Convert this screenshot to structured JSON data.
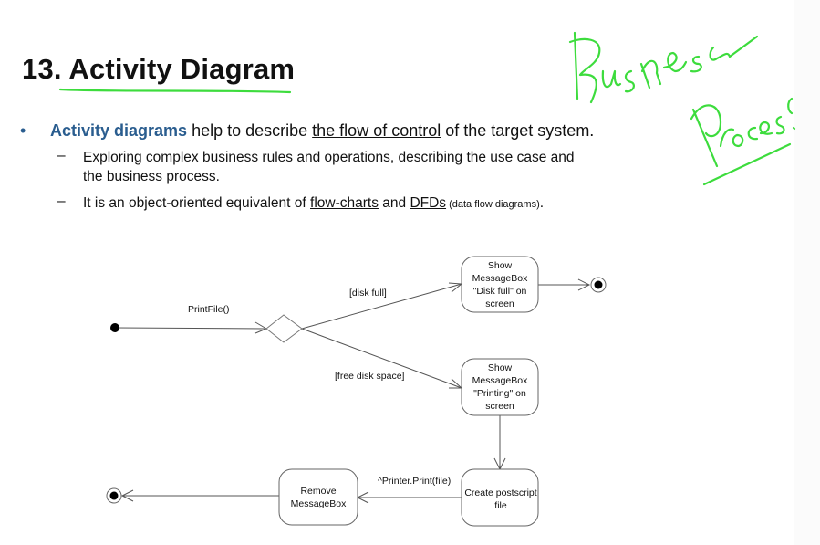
{
  "slide": {
    "title": "13. Activity Diagram",
    "bullet": {
      "marker": "•",
      "highlight": "Activity diagrams",
      "text_before_link": " help to describe ",
      "link": "the flow of control",
      "text_after_link": " of the target system."
    },
    "sub_bullets": [
      {
        "marker": "–",
        "line1": "Exploring complex business rules and operations, describing the use case and",
        "line2": "the business process."
      },
      {
        "marker": "–",
        "text_before": "It is an object-oriented equivalent of ",
        "link1": "flow-charts",
        "middle": " and ",
        "link2": "DFDs",
        "small_note": " (data flow diagrams)",
        "end": "."
      }
    ]
  },
  "annotation": {
    "handwritten_words": [
      "Business",
      "Process"
    ],
    "ink_color": "#3ddc3d"
  },
  "diagram": {
    "type": "uml-activity",
    "nodes": [
      {
        "id": "start",
        "kind": "initial"
      },
      {
        "id": "decision",
        "kind": "decision"
      },
      {
        "id": "show_disk_full",
        "kind": "activity",
        "lines": [
          "Show",
          "MessageBox",
          "\"Disk full\" on",
          "screen"
        ]
      },
      {
        "id": "show_printing",
        "kind": "activity",
        "lines": [
          "Show",
          "MessageBox",
          "\"Printing\" on",
          "screen"
        ]
      },
      {
        "id": "create_postscript",
        "kind": "activity",
        "lines": [
          "Create postscript",
          "file"
        ]
      },
      {
        "id": "remove_msgbox",
        "kind": "activity",
        "lines": [
          "Remove",
          "MessageBox"
        ]
      },
      {
        "id": "end1",
        "kind": "final"
      },
      {
        "id": "end2",
        "kind": "final"
      }
    ],
    "edges": [
      {
        "from": "start",
        "to": "decision",
        "label": "PrintFile()"
      },
      {
        "from": "decision",
        "to": "show_disk_full",
        "label": "[disk full]"
      },
      {
        "from": "decision",
        "to": "show_printing",
        "label": "[free disk space]"
      },
      {
        "from": "show_disk_full",
        "to": "end1",
        "label": ""
      },
      {
        "from": "show_printing",
        "to": "create_postscript",
        "label": ""
      },
      {
        "from": "create_postscript",
        "to": "remove_msgbox",
        "label": "^Printer.Print(file)"
      },
      {
        "from": "remove_msgbox",
        "to": "end2",
        "label": ""
      }
    ]
  }
}
